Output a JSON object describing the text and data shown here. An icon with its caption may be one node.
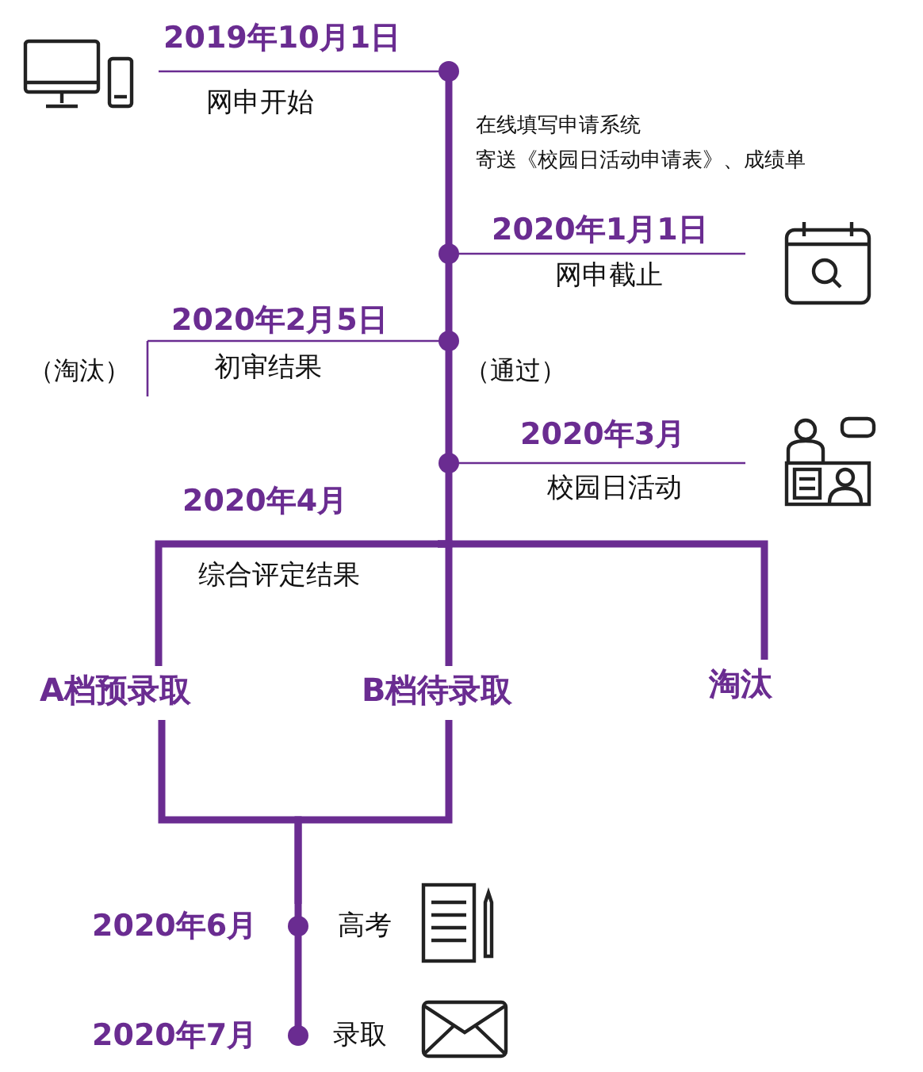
{
  "diagram": {
    "nodes": [
      {
        "text": [
          "2019年10月1日",
          "网申开始"
        ]
      },
      {
        "text": [
          "2020年1月1日",
          "网申截止"
        ]
      },
      {
        "text": [
          "2020年2月5日",
          "初审结果"
        ]
      },
      {
        "text": [
          "2020年3月",
          "校园日活动"
        ]
      },
      {
        "text": [
          "2020年4月",
          "综合评定结果"
        ]
      },
      {
        "text": [
          "A档预录取"
        ]
      },
      {
        "text": [
          "B档待录取"
        ]
      },
      {
        "text": [
          "淘汰"
        ]
      },
      {
        "text": [
          "2020年6月",
          "高考"
        ]
      },
      {
        "text": [
          "2020年7月",
          "录取"
        ]
      }
    ],
    "edges": [
      {
        "from": 0,
        "to": 1,
        "arrow": "none"
      },
      {
        "from": 1,
        "to": 2,
        "arrow": "none"
      },
      {
        "from": 2,
        "to": 3,
        "arrow": "none"
      },
      {
        "from": 3,
        "to": 4,
        "arrow": "none"
      },
      {
        "from": 4,
        "to": 5,
        "arrow": "none"
      },
      {
        "from": 4,
        "to": 6,
        "arrow": "none"
      },
      {
        "from": 4,
        "to": 7,
        "arrow": "none"
      },
      {
        "from": 5,
        "to": 8,
        "arrow": "none"
      },
      {
        "from": 6,
        "to": 8,
        "arrow": "none"
      },
      {
        "from": 8,
        "to": 9,
        "arrow": "none"
      }
    ],
    "labels": [
      "在线填写申请系统",
      "寄送《校园日活动申请表》、成绩单",
      "（淘汰）",
      "（通过）"
    ]
  }
}
